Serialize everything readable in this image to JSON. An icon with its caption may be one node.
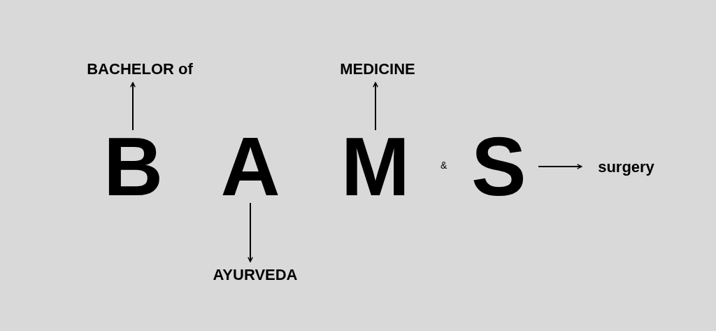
{
  "diagram": {
    "nodes": [
      {
        "text": [
          "B"
        ]
      },
      {
        "text": [
          "A"
        ]
      },
      {
        "text": [
          "M"
        ]
      },
      {
        "text": [
          "S"
        ]
      },
      {
        "text": [
          "BACHELOR of"
        ]
      },
      {
        "text": [
          "AYURVEDA"
        ]
      },
      {
        "text": [
          "MEDICINE"
        ]
      },
      {
        "text": [
          "surgery"
        ]
      }
    ],
    "edges": [
      {
        "from": 0,
        "to": 4,
        "arrow": "to"
      },
      {
        "from": 1,
        "to": 5,
        "arrow": "to"
      },
      {
        "from": 2,
        "to": 6,
        "arrow": "to"
      },
      {
        "from": 3,
        "to": 7,
        "arrow": "to"
      }
    ],
    "labels": [
      "&"
    ]
  }
}
